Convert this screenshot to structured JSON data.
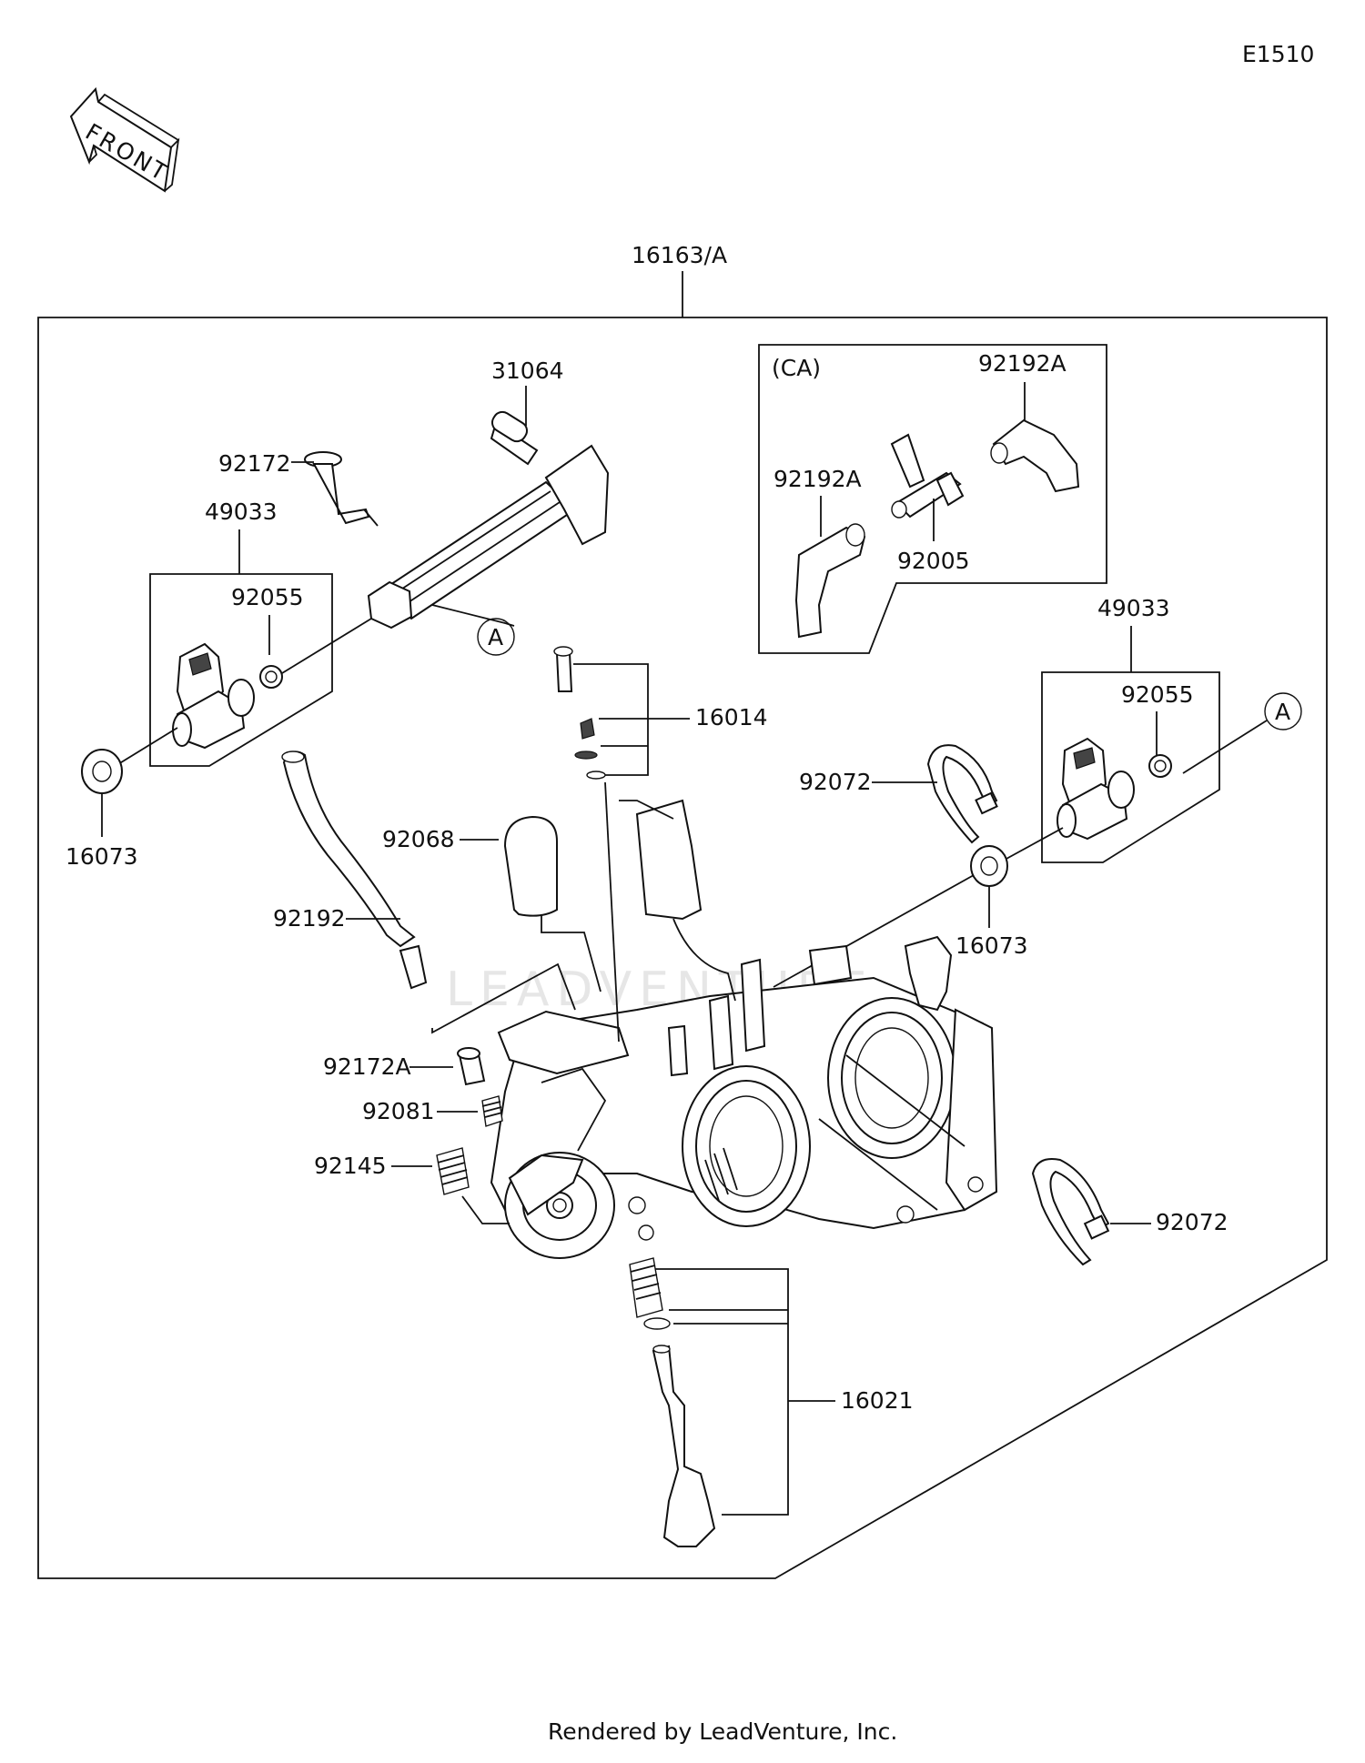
{
  "diagram_code": "E1510",
  "front_label": "FRONT",
  "assembly": "16163/A",
  "ca_label": "(CA)",
  "ref_a": "A",
  "watermark": "LEADVENTURE",
  "footer": "Rendered by LeadVenture, Inc.",
  "parts": {
    "p31064": "31064",
    "p92172": "92172",
    "p49033_left": "49033",
    "p92055_left": "92055",
    "p16073_left": "16073",
    "p92192A_top": "92192A",
    "p92192A_left": "92192A",
    "p92005": "92005",
    "p16014": "16014",
    "p49033_right": "49033",
    "p92055_right": "92055",
    "p92072_top": "92072",
    "p92068": "92068",
    "p92192": "92192",
    "p16073_right": "16073",
    "p92172A": "92172A",
    "p92081": "92081",
    "p92145": "92145",
    "p92072_bottom": "92072",
    "p16021": "16021"
  }
}
